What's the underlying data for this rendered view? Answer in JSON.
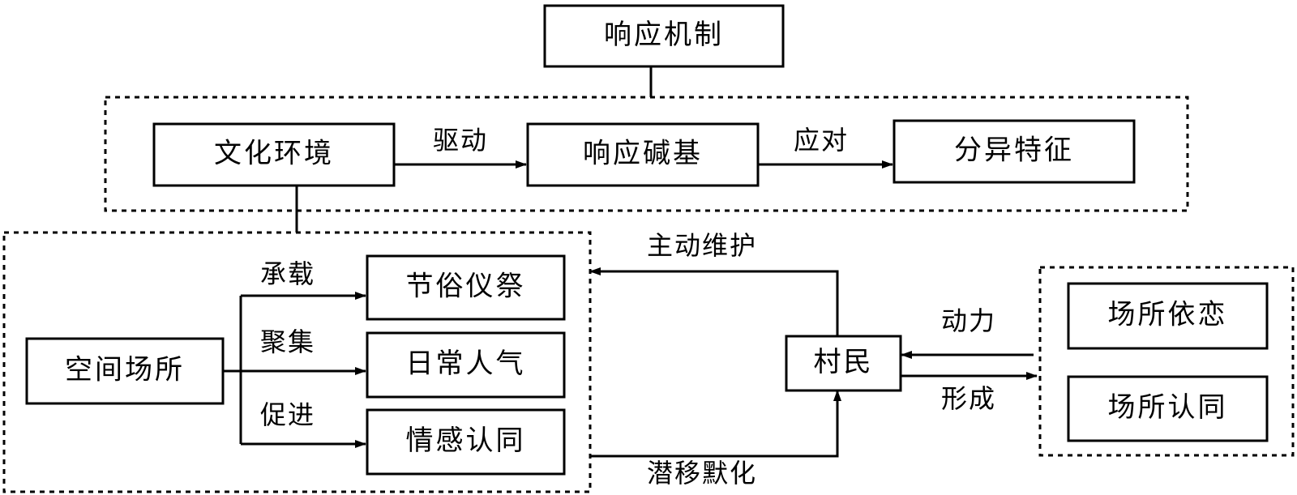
{
  "nodes": {
    "response_mechanism": "响应机制",
    "cultural_environment": "文化环境",
    "response_base": "响应碱基",
    "differentiation_features": "分异特征",
    "spatial_place": "空间场所",
    "festival_rituals": "节俗仪祭",
    "daily_popularity": "日常人气",
    "emotional_identity": "情感认同",
    "villagers": "村民",
    "place_attachment": "场所依恋",
    "place_identity": "场所认同"
  },
  "edge_labels": {
    "drive": "驱动",
    "respond": "应对",
    "carry": "承载",
    "gather": "聚集",
    "promote": "促进",
    "active_maintenance": "主动维护",
    "subtle_influence": "潜移默化",
    "motivation": "动力",
    "form": "形成"
  },
  "colors": {
    "stroke": "#000000",
    "background": "#ffffff"
  }
}
